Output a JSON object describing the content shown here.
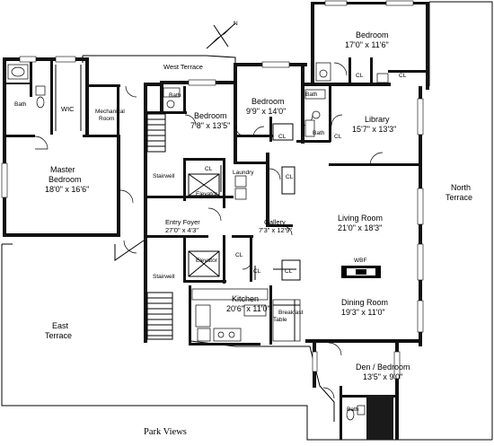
{
  "compass": {
    "label": "N"
  },
  "rooms": {
    "bedroom_ne": {
      "name": "Bedroom",
      "dims": "17'0\" x 11'6\""
    },
    "library": {
      "name": "Library",
      "dims": "15'7\" x 13'3\""
    },
    "bedroom_center": {
      "name": "Bedroom",
      "dims": "9'9\" x 14'0\""
    },
    "bedroom_left": {
      "name": "Bedroom",
      "dims": "7'8\" x 13'5\""
    },
    "master": {
      "name": "Master\nBedroom",
      "line1": "Master",
      "line2": "Bedroom",
      "dims": "18'0\" x 16'6\""
    },
    "living": {
      "name": "Living Room",
      "dims": "21'0\" x 18'3\""
    },
    "dining": {
      "name": "Dining Room",
      "dims": "19'3\" x 11'0\""
    },
    "kitchen": {
      "name": "Kitchen",
      "dims": "20'6\" x 11'0\""
    },
    "entry": {
      "name": "Entry Foyer",
      "dims": "27'0\" x 4'3\""
    },
    "gallery": {
      "name": "Gallery",
      "dims": "7'3\" x 12'9\""
    },
    "den": {
      "name": "Den / Bedroom",
      "dims": "13'5\" x 9'0\""
    }
  },
  "labels": {
    "west_terrace": "West Terrace",
    "north_terrace_1": "North",
    "north_terrace_2": "Terrace",
    "east_terrace_1": "East",
    "east_terrace_2": "Terrace",
    "park_views": "Park Views",
    "bath": "Bath",
    "wic": "WIC",
    "mech_1": "Mechanical",
    "mech_2": "Room",
    "stairwell": "Stairwell",
    "elevator": "Elevator",
    "laundry": "Laundry",
    "cl": "CL",
    "wbf": "WBF",
    "breakfast_1": "Breakfast",
    "breakfast_2": "Table"
  }
}
